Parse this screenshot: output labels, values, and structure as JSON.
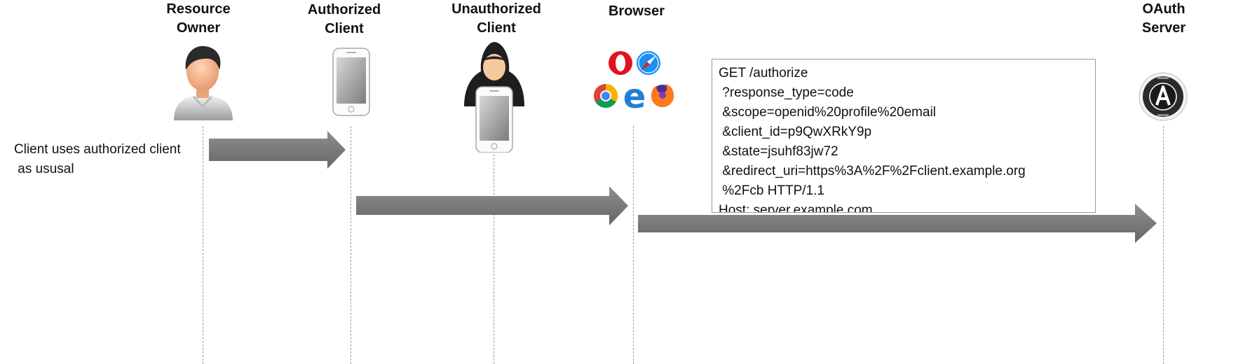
{
  "actors": [
    {
      "id": "resource-owner",
      "label": "Resource\nOwner"
    },
    {
      "id": "authorized-client",
      "label": "Authorized\nClient"
    },
    {
      "id": "unauthorized-client",
      "label": "Unauthorized\nClient"
    },
    {
      "id": "browser",
      "label": "Browser"
    },
    {
      "id": "oauth-server",
      "label": "OAuth\nServer"
    }
  ],
  "note": "Client uses authorized client\n as ususal",
  "request": {
    "lines": [
      "GET /authorize",
      " ?response_type=code",
      " &scope=openid%20profile%20email",
      " &client_id=p9QwXRkY9p",
      " &state=jsuhf83jw72",
      " &redirect_uri=https%3A%2F%2Fclient.example.org",
      " %2Fcb HTTP/1.1",
      "Host: server.example.com"
    ]
  },
  "icons": {
    "resource-owner": "person-icon",
    "authorized-client": "smartphone-icon",
    "unauthorized-client": "hooded-hacker-icon",
    "browser": "browser-logos-icon",
    "oauth-server": "oauth-logo-icon"
  },
  "colors": {
    "arrow": "#7b7b7b",
    "lifeline": "#9a9a9a",
    "box_border": "#9a9a9a"
  }
}
